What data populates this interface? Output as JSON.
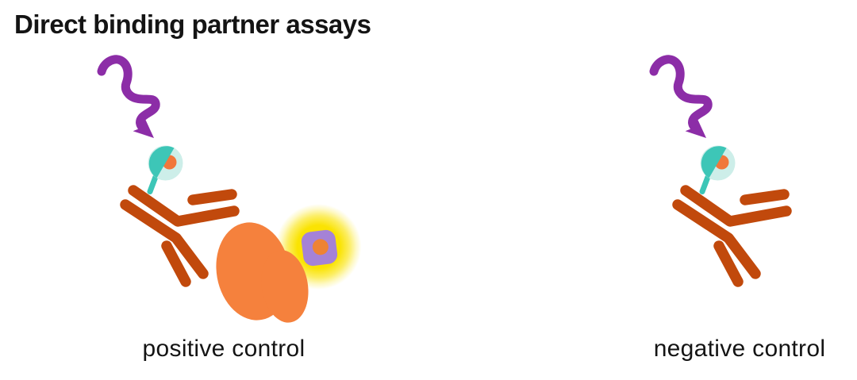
{
  "title": "Direct binding partner assays",
  "panels": [
    {
      "id": "positive-control",
      "label": "positive control"
    },
    {
      "id": "negative-control",
      "label": "negative control"
    }
  ],
  "icons": {
    "uv_arrow": "uv-light-squiggle-arrow-icon",
    "antibody": "antibody-icon",
    "tag": "fluorophore-tag-icon",
    "protein": "binding-partner-protein-blob",
    "signal": "fluorescent-signal-glow"
  },
  "colors": {
    "background": "#ffffff",
    "text": "#141414",
    "arrow_purple": "#8c2da7",
    "antibody_rust": "#c1490c",
    "tag_teal": "#3dc6b7",
    "tag_mint": "#cdeee9",
    "tag_dot_orange": "#f1773b",
    "protein_orange": "#f5813d",
    "glow_yellow": "#fae303",
    "square_lavender": "#a582d6",
    "square_dot_orange": "#ee8334"
  }
}
